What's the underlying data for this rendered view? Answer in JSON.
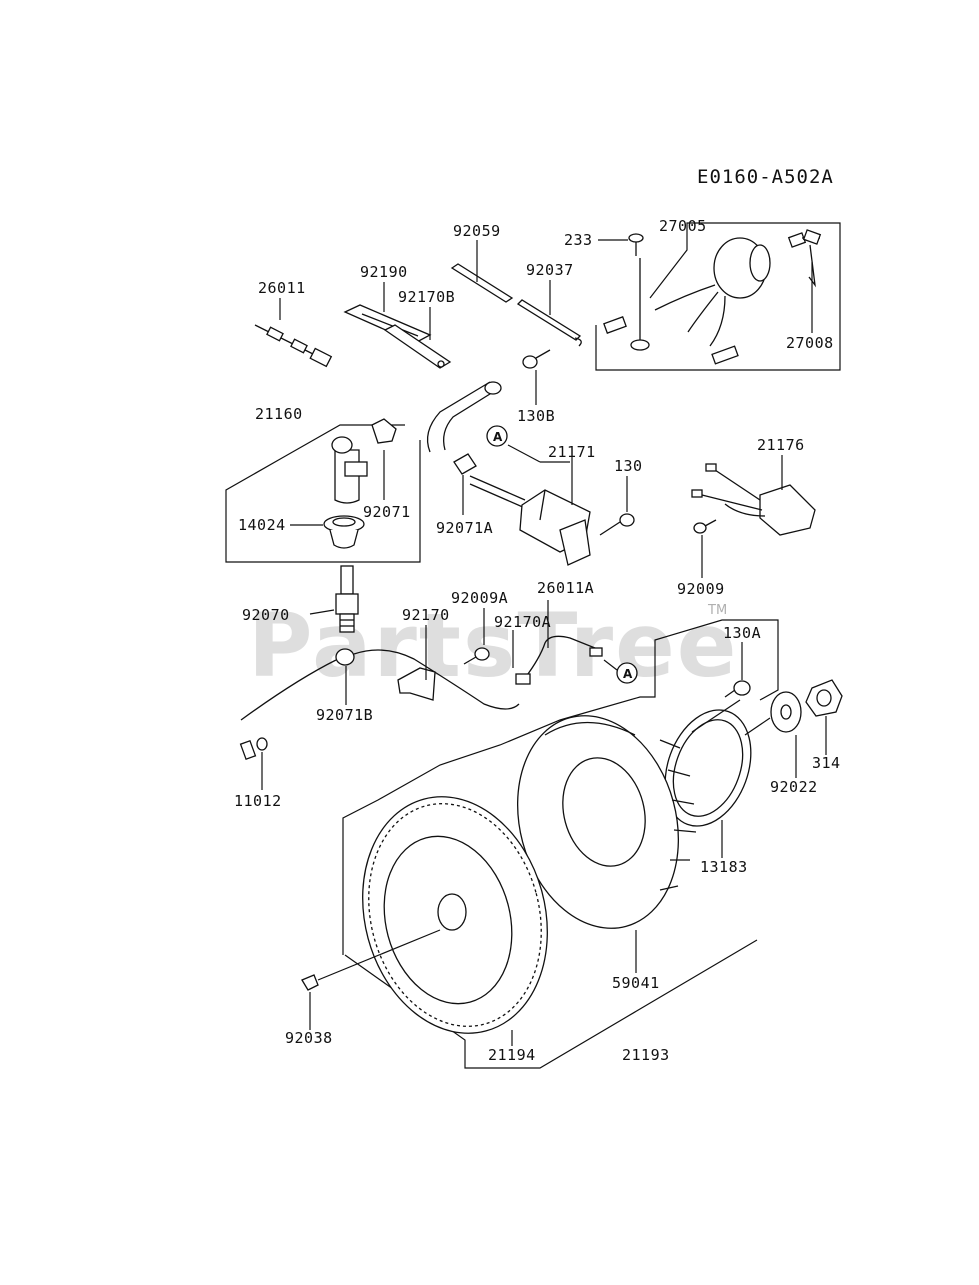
{
  "diagram": {
    "code": "E0160-A502A",
    "watermark": "PartsTree",
    "watermark_tm": "TM",
    "ref_marker": "A",
    "parts": {
      "p26011": "26011",
      "p92190": "92190",
      "p92170B": "92170B",
      "p92059": "92059",
      "p92037": "92037",
      "p233": "233",
      "p27005": "27005",
      "p27008": "27008",
      "p130B": "130B",
      "p21160": "21160",
      "p92071": "92071",
      "p14024": "14024",
      "p92071A": "92071A",
      "p21171": "21171",
      "p130": "130",
      "p21176": "21176",
      "p92009": "92009",
      "p92070": "92070",
      "p92009A": "92009A",
      "p92170": "92170",
      "p26011A": "26011A",
      "p92170A": "92170A",
      "p130A": "130A",
      "p92071B": "92071B",
      "p314": "314",
      "p92022": "92022",
      "p11012": "11012",
      "p13183": "13183",
      "p59041": "59041",
      "p92038": "92038",
      "p21194": "21194",
      "p21193": "21193"
    }
  }
}
